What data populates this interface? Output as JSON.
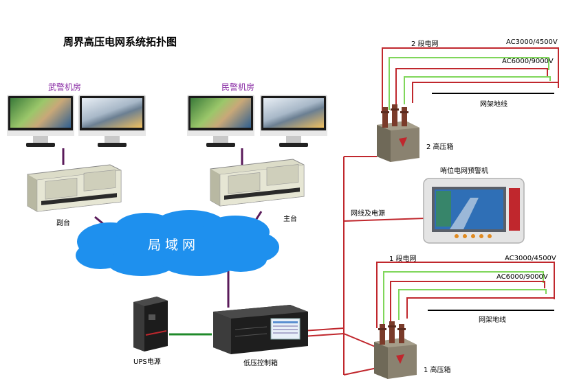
{
  "title": "周界高压电网系统拓扑图",
  "rooms": {
    "armed_police": "武警机房",
    "civil_police": "民警机房"
  },
  "hosts": {
    "secondary": "副台",
    "main": "主台"
  },
  "lan": "局域网",
  "ups": "UPS电源",
  "low_voltage_box": "低压控制箱",
  "alarm_device": "哨位电网预警机",
  "cable_label": "网线及电源",
  "grid_2": {
    "segment": "2 段电网",
    "voltage_a": "AC3000/4500V",
    "voltage_b": "AC6000/9000V",
    "ground": "网架地线",
    "box": "2 高压箱"
  },
  "grid_1": {
    "segment": "1 段电网",
    "voltage_a": "AC3000/4500V",
    "voltage_b": "AC6000/9000V",
    "ground": "网架地线",
    "box": "1 高压箱"
  },
  "colors": {
    "red_wire": "#c0272d",
    "green_wire": "#7fd65a",
    "purple_wire": "#5a1a5a",
    "green_link": "#1f8a2a",
    "cloud": "#1e90ee",
    "room_label": "#8b2fa6"
  }
}
